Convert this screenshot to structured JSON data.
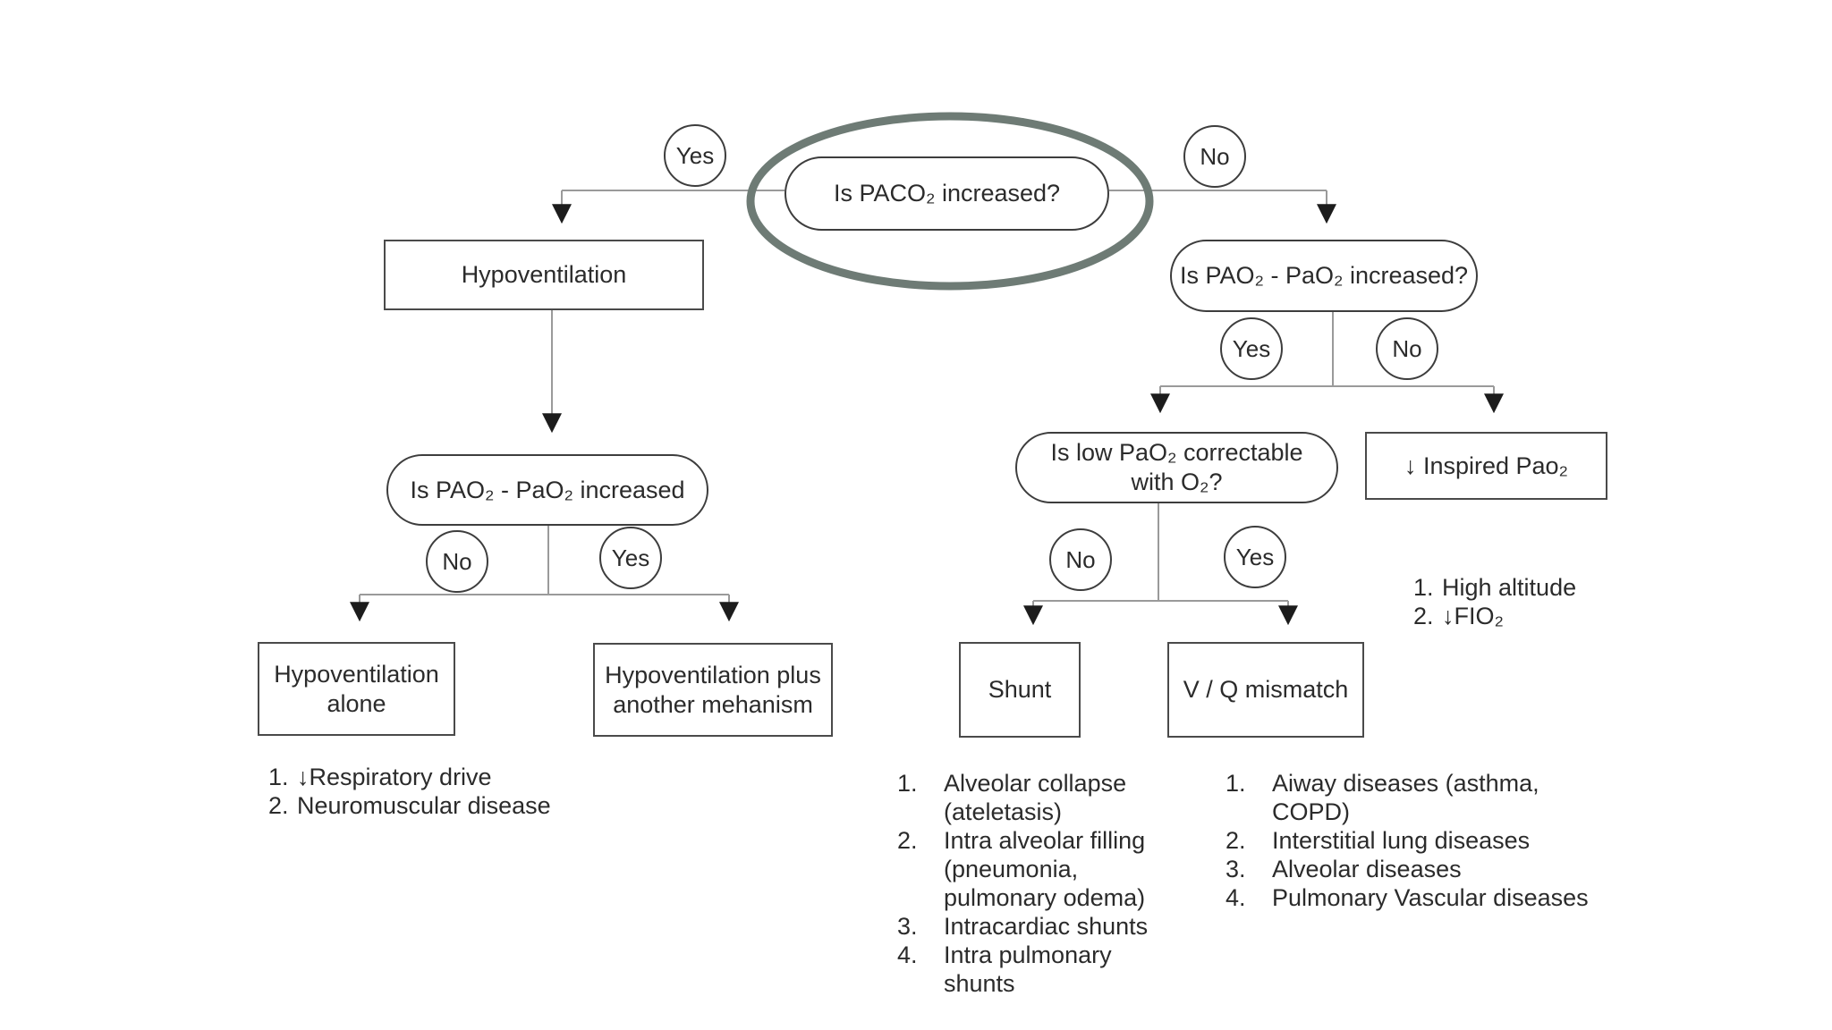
{
  "colors": {
    "ellipse_highlight": "#6e7b75",
    "line": "#9a9a9a",
    "arrow": "#1c1c1c",
    "border": "#4a4a4a",
    "text": "#2b2b2b",
    "background": "#ffffff"
  },
  "labels": {
    "yes": "Yes",
    "no": "No"
  },
  "nodes": {
    "top_question": "Is PACO₂ increased?",
    "hypoventilation": "Hypoventilation",
    "left_question": "Is PAO₂ - PaO₂ increased",
    "right_question": "Is PAO₂ - PaO₂ increased?",
    "correctable_question": "Is low PaO₂ correctable\nwith O₂?",
    "inspired": "↓ Inspired Pao₂",
    "hypo_alone": "Hypoventilation\nalone",
    "hypo_plus": "Hypoventilation plus\nanother mehanism",
    "shunt": "Shunt",
    "vq": "V / Q mismatch"
  },
  "lists": {
    "hypoventilation_causes": {
      "items": [
        {
          "num": "1.",
          "text": "↓Respiratory drive"
        },
        {
          "num": "2.",
          "text": "Neuromuscular disease"
        }
      ]
    },
    "inspired_causes": {
      "items": [
        {
          "num": "1.",
          "text": "High altitude"
        },
        {
          "num": "2.",
          "text": "↓FIO₂"
        }
      ]
    },
    "shunt_causes": {
      "items": [
        {
          "num": "1.",
          "text": "Alveolar collapse\n(ateletasis)"
        },
        {
          "num": "2.",
          "text": "Intra alveolar filling\n(pneumonia,\npulmonary odema)"
        },
        {
          "num": "3.",
          "text": "Intracardiac shunts"
        },
        {
          "num": "4.",
          "text": "Intra pulmonary\nshunts"
        }
      ]
    },
    "vq_causes": {
      "items": [
        {
          "num": "1.",
          "text": "Aiway diseases (asthma,\nCOPD)"
        },
        {
          "num": "2.",
          "text": "Interstitial lung diseases"
        },
        {
          "num": "3.",
          "text": "Alveolar diseases"
        },
        {
          "num": "4.",
          "text": "Pulmonary Vascular diseases"
        }
      ]
    }
  }
}
